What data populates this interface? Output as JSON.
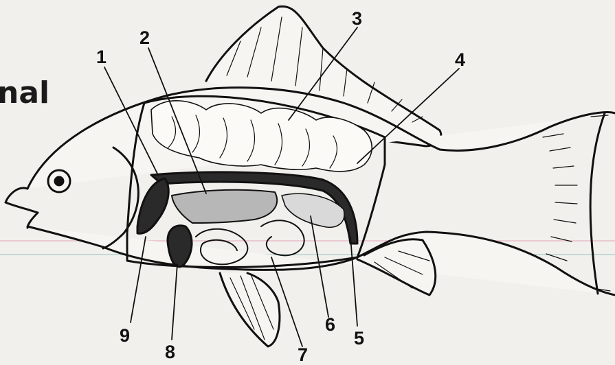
{
  "heading_fragment": "nal",
  "callouts": [
    {
      "label": "1"
    },
    {
      "label": "2"
    },
    {
      "label": "3"
    },
    {
      "label": "4"
    },
    {
      "label": "5"
    },
    {
      "label": "6"
    },
    {
      "label": "7"
    },
    {
      "label": "8"
    },
    {
      "label": "9"
    }
  ],
  "colors": {
    "paper": "#f1f0ec",
    "ink": "#111111",
    "organ_fill": "#2a2a2a",
    "scanline_pink": "#e7b9c4",
    "scanline_teal": "#9cc6c5"
  }
}
